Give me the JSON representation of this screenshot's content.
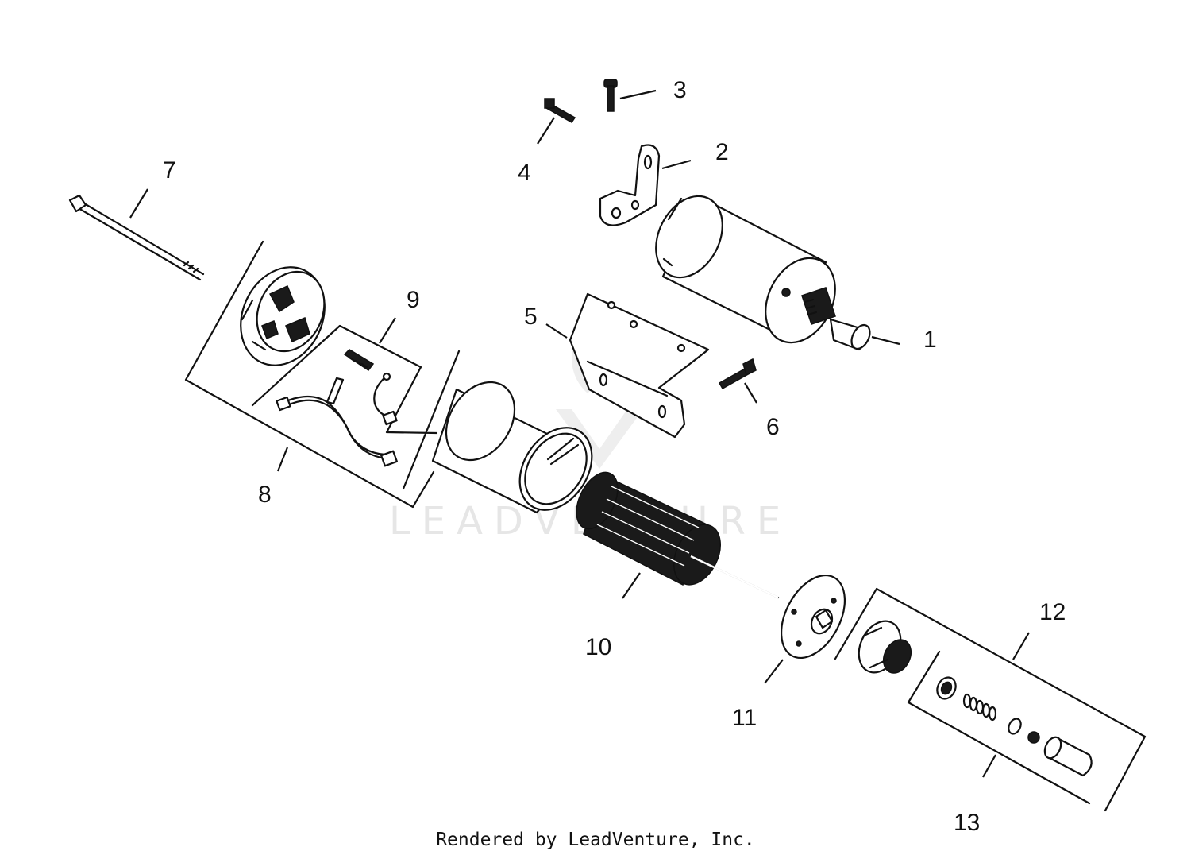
{
  "watermark": "LEADVENTURE",
  "footer": "Rendered by LeadVenture, Inc.",
  "callouts": {
    "c1": "1",
    "c2": "2",
    "c3": "3",
    "c4": "4",
    "c5": "5",
    "c6": "6",
    "c7": "7",
    "c8": "8",
    "c9": "9",
    "c10": "10",
    "c11": "11",
    "c12": "12",
    "c13": "13"
  },
  "colors": {
    "ink": "#111111",
    "watermark": "#e6e6e6",
    "background": "#ffffff"
  }
}
